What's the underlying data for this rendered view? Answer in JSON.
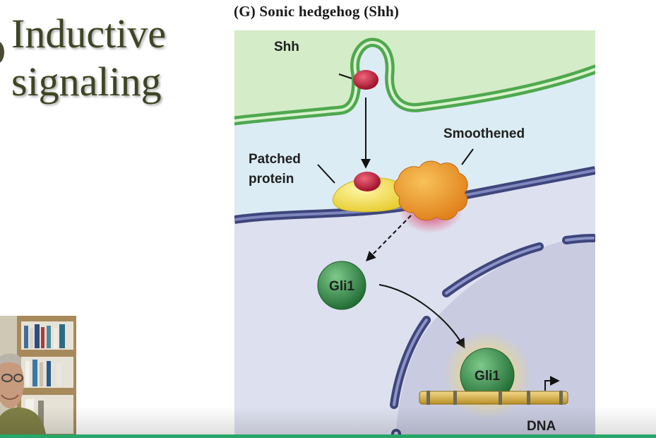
{
  "slide": {
    "title_line1": "Inductive",
    "title_line2": "signaling"
  },
  "figure": {
    "caption": "(G) Sonic hedgehog (Shh)",
    "labels": {
      "shh": "Shh",
      "patched_line1": "Patched",
      "patched_line2": "protein",
      "smoothened": "Smoothened",
      "gli1_cytoplasm": "Gli1",
      "gli1_nucleus": "Gli1",
      "dna": "DNA"
    },
    "colors": {
      "signaling_cell": "#d4ecc8",
      "membrane_green": "#5cb85c",
      "extracellular": "#dcecf4",
      "target_cytoplasm": "#dde0ee",
      "nucleus": "#c9cbe0",
      "membrane_purple": "#4b5390",
      "shh_ligand": "#c0183a",
      "patched": "#f3df4a",
      "smoothened": "#f0a02c",
      "gli1": "#2f8a45",
      "dna": "#d9b54a",
      "progress_bar": "#27a66a"
    }
  },
  "webcam": {
    "icon": "presenter-video"
  }
}
